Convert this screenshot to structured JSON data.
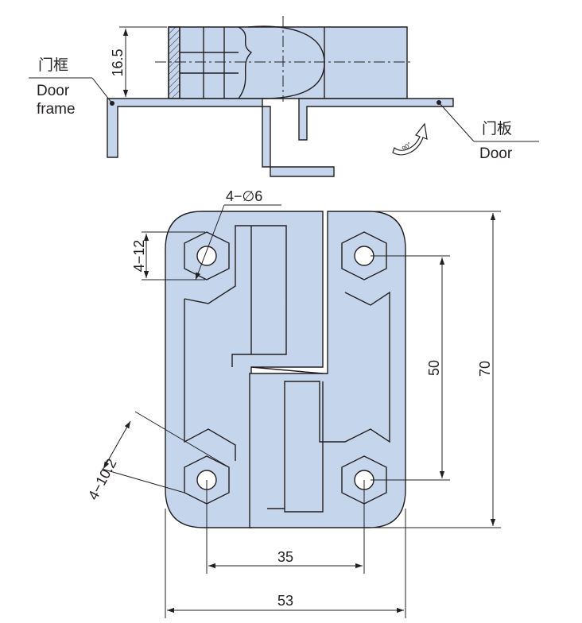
{
  "labels": {
    "frame_cn": "门框",
    "frame_en_1": "Door",
    "frame_en_2": "frame",
    "door_cn": "门板",
    "door_en": "Door",
    "rotation": "90°"
  },
  "dimensions": {
    "height_side": "16.5",
    "hole_dia": "4−∅6",
    "hex_flat": "4−12",
    "hex_corner": "4−10.2",
    "hole_v_spacing": "50",
    "overall_height": "70",
    "hole_h_spacing": "35",
    "overall_width": "53"
  },
  "colors": {
    "fill": "#c5d6ec",
    "line": "#231f20",
    "hatch": "#231f20"
  }
}
